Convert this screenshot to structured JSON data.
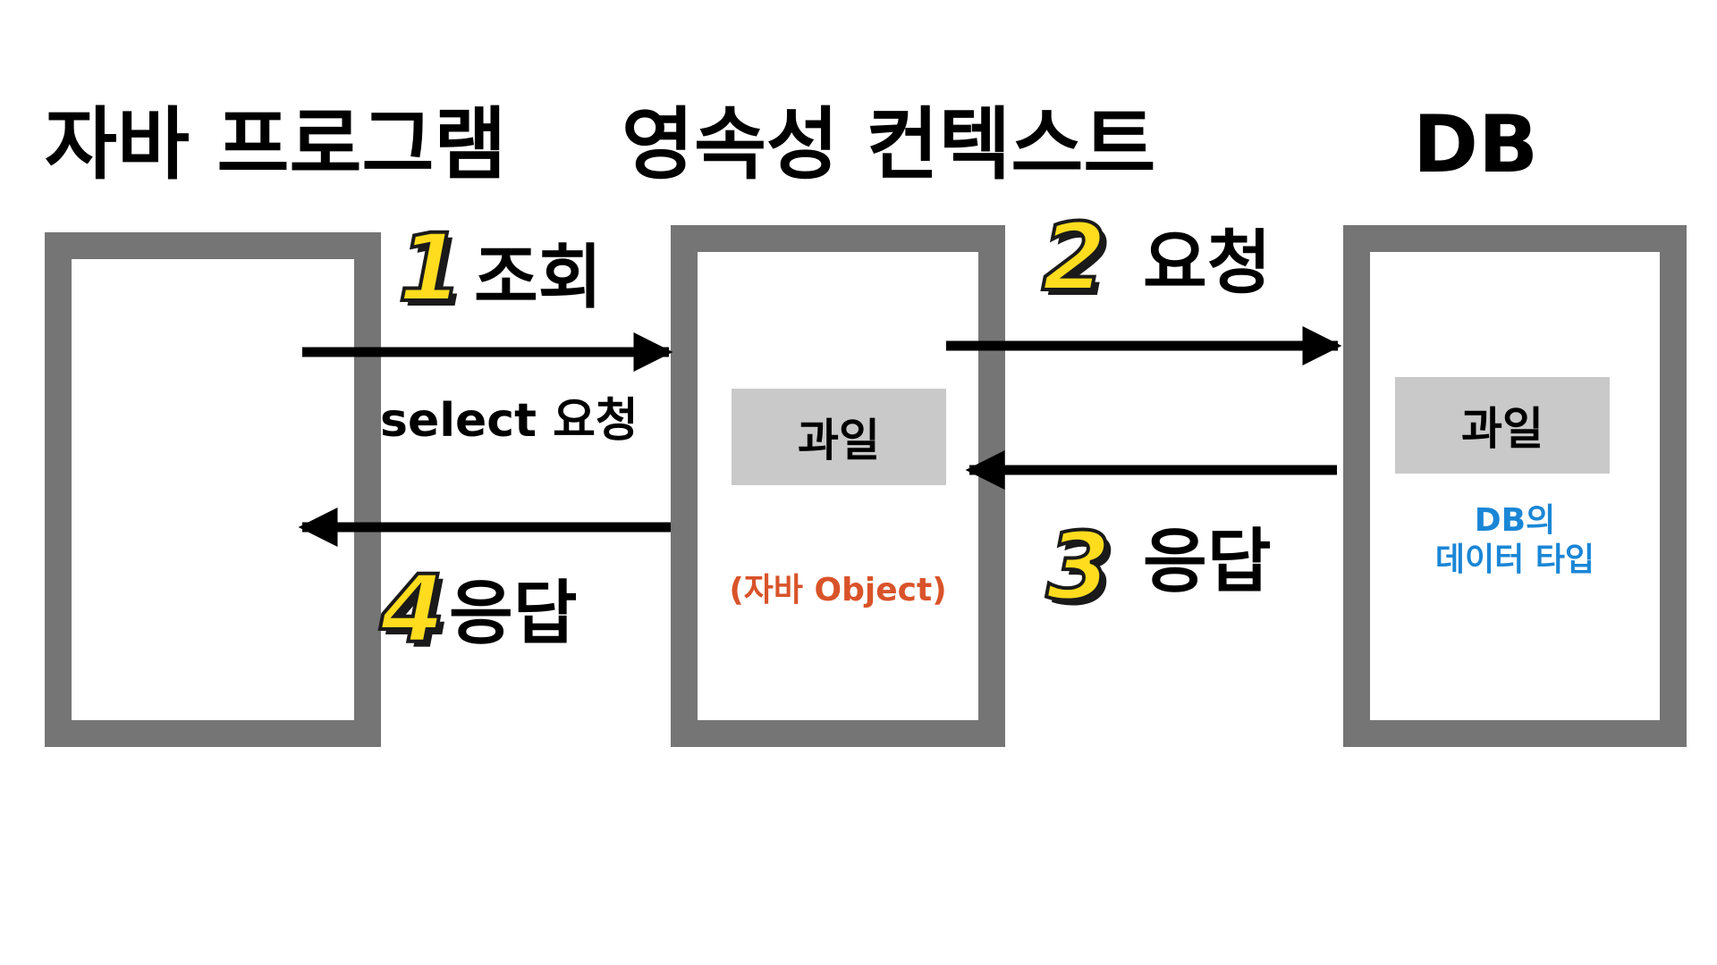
{
  "titles": {
    "java_program": "자바 프로그램",
    "persistence_context": "영속성 컨텍스트",
    "db": "DB"
  },
  "steps": {
    "step1": {
      "number": "1",
      "label": "조회",
      "sub_label": "select 요청"
    },
    "step2": {
      "number": "2",
      "label": "요청"
    },
    "step3": {
      "number": "3",
      "label": "응답"
    },
    "step4": {
      "number": "4",
      "label": "응답"
    }
  },
  "persistence_context": {
    "entity": "과일",
    "note": "(자바 Object)",
    "note_color": "#d9532a"
  },
  "db": {
    "entity": "과일",
    "note_line1": "DB의",
    "note_line2": "데이터 타입",
    "note_color": "#1a86d6"
  },
  "colors": {
    "box_border": "#757575",
    "entity_fill": "#c9c9c9",
    "number_fill": "#ffdc1e",
    "arrow": "#000000"
  }
}
